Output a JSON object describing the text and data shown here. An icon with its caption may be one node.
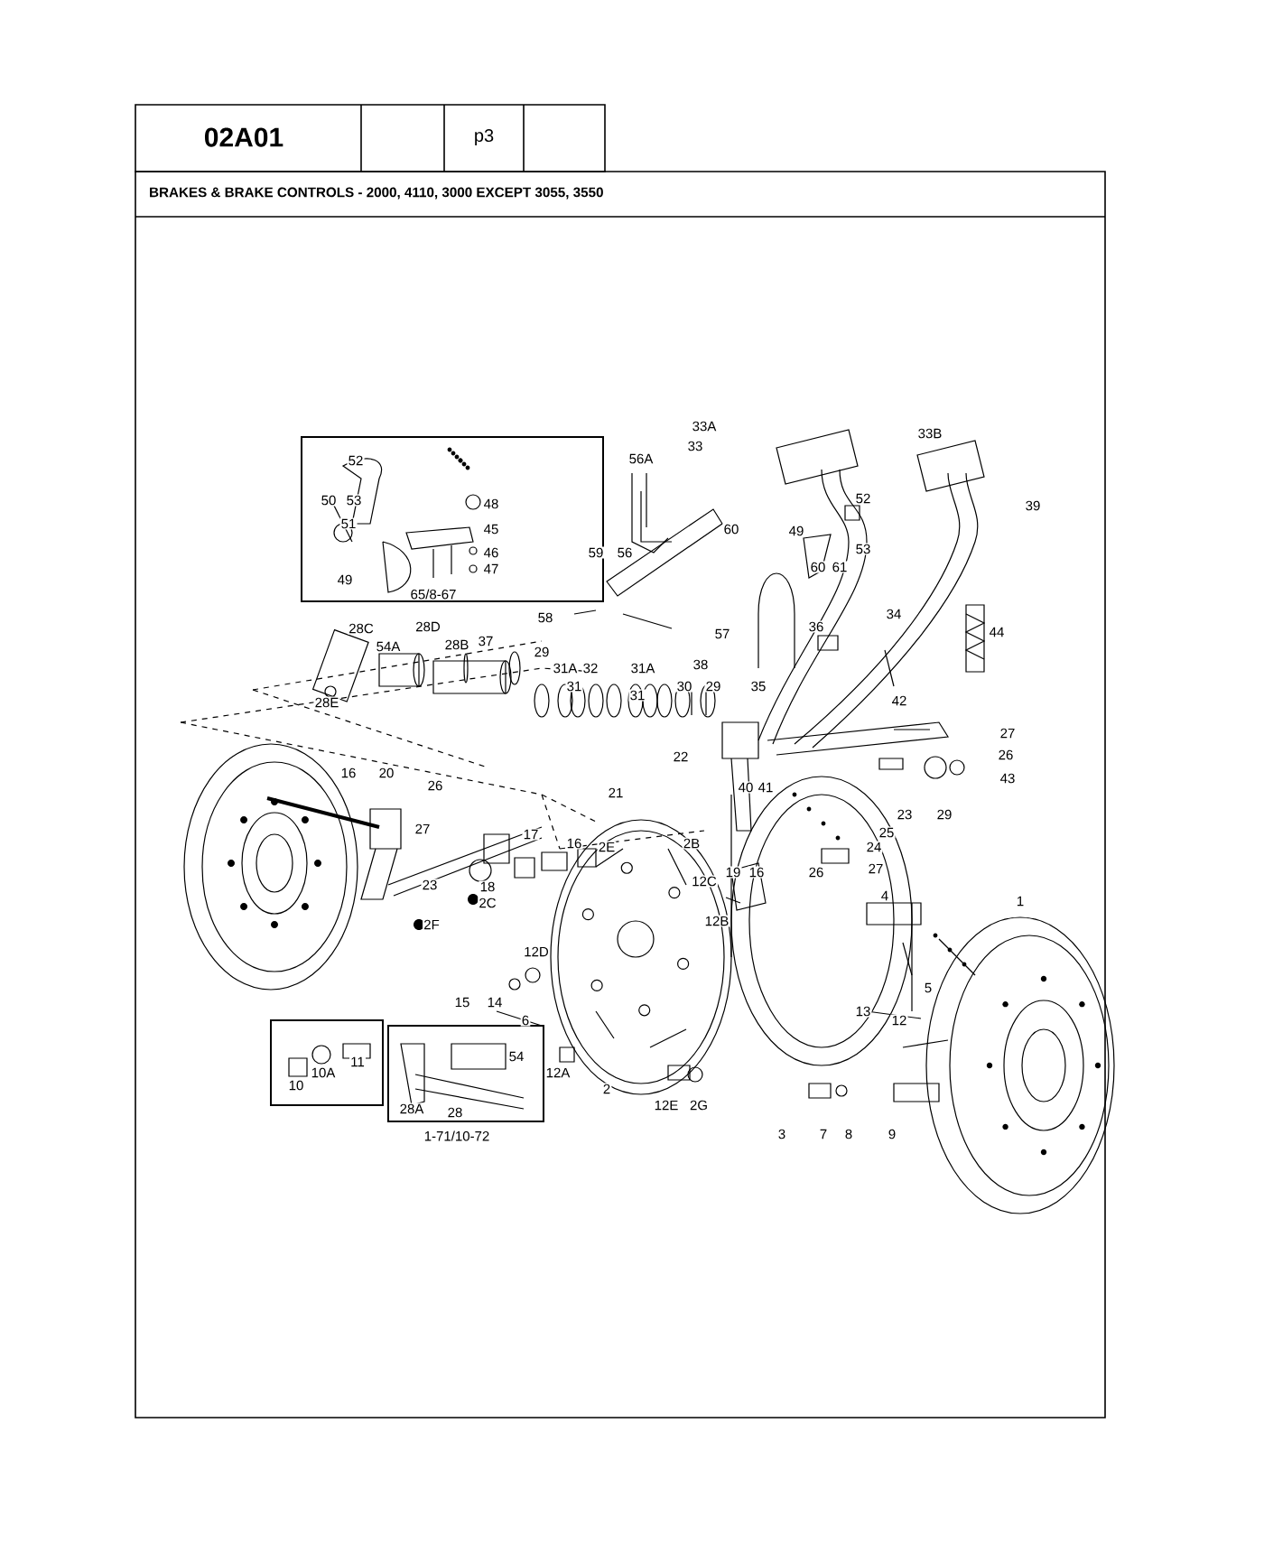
{
  "diagram": {
    "title": "BRAKES & BRAKE CONTROLS - 2000, 4110, 3000 EXCEPT 3055, 3550",
    "nodes": [
      {
        "text": [
          "52",
          "50",
          "53",
          "48",
          "51",
          "45",
          "46",
          "47",
          "49",
          "65/8-67"
        ]
      },
      {
        "text": [
          "10",
          "10A",
          "11"
        ]
      },
      {
        "text": [
          "54",
          "28A",
          "28",
          "1-71/10-72"
        ]
      }
    ],
    "edges": [],
    "labels": [
      "02A01",
      "p3",
      "33A",
      "33B",
      "33",
      "56A",
      "39",
      "52",
      "60",
      "49",
      "53",
      "59",
      "56",
      "60",
      "61",
      "58",
      "34",
      "36",
      "28C",
      "28D",
      "44",
      "57",
      "37",
      "54A",
      "28B",
      "29",
      "38",
      "31A",
      "32",
      "31A",
      "31",
      "30",
      "29",
      "35",
      "31",
      "42",
      "28E",
      "27",
      "26",
      "22",
      "16",
      "20",
      "43",
      "26",
      "40",
      "41",
      "21",
      "23",
      "29",
      "27",
      "25",
      "17",
      "16",
      "2E",
      "2B",
      "24",
      "27",
      "19",
      "16",
      "26",
      "12C",
      "23",
      "18",
      "4",
      "1",
      "2C",
      "12B",
      "2F",
      "12D",
      "5",
      "15",
      "14",
      "13",
      "12",
      "6",
      "12A",
      "2",
      "12E",
      "2G",
      "3",
      "7",
      "8",
      "9"
    ]
  }
}
